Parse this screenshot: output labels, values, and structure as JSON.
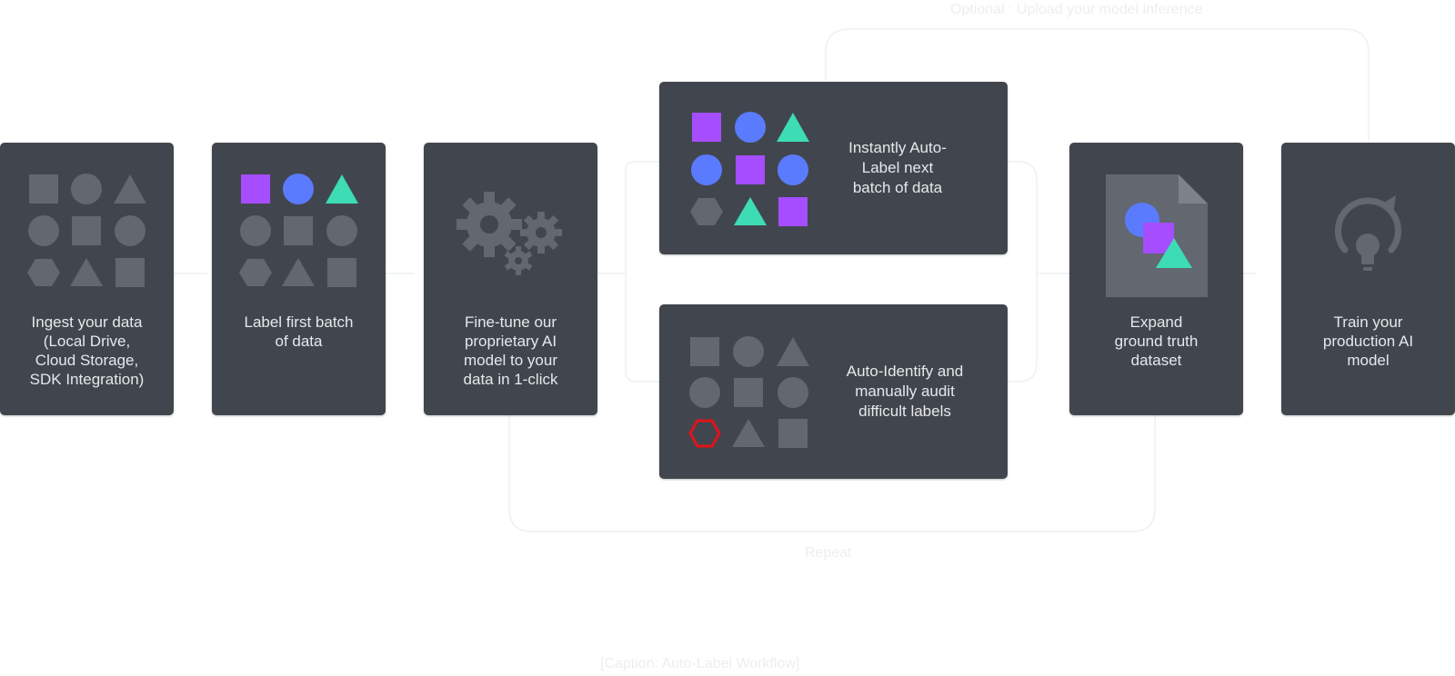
{
  "colors": {
    "card_bg": "#41464e",
    "shape_gray": "#626770",
    "purple": "#a64dff",
    "blue": "#5b7bff",
    "teal": "#3ddcb4",
    "error_red": "#e3121a",
    "connector": "#eef0f2"
  },
  "steps": {
    "ingest": "Ingest your data\n(Local Drive,\nCloud Storage,\nSDK Integration)",
    "label_first": "Label first batch\nof data",
    "finetune": "Fine-tune our\nproprietary AI\nmodel to your\ndata in 1-click",
    "autolabel": "Instantly Auto-\nLabel next\nbatch of data",
    "audit": "Auto-Identify and\nmanually audit\ndifficult labels",
    "expand": "Expand\nground truth\ndataset",
    "train": "Train your\nproduction AI\nmodel"
  },
  "annotations": {
    "optional": "Optional : Upload your model inference",
    "repeat": "Repeat",
    "caption": "[Caption: Auto-Label Workflow]"
  },
  "icons": {
    "ingest": "gray-shapes-grid-icon",
    "label_first": "partially-labeled-shapes-grid-icon",
    "finetune": "gears-icon",
    "autolabel": "auto-labeled-shapes-grid-icon",
    "audit": "audit-shapes-grid-icon",
    "expand": "dataset-document-icon",
    "train": "lightbulb-refresh-icon"
  }
}
